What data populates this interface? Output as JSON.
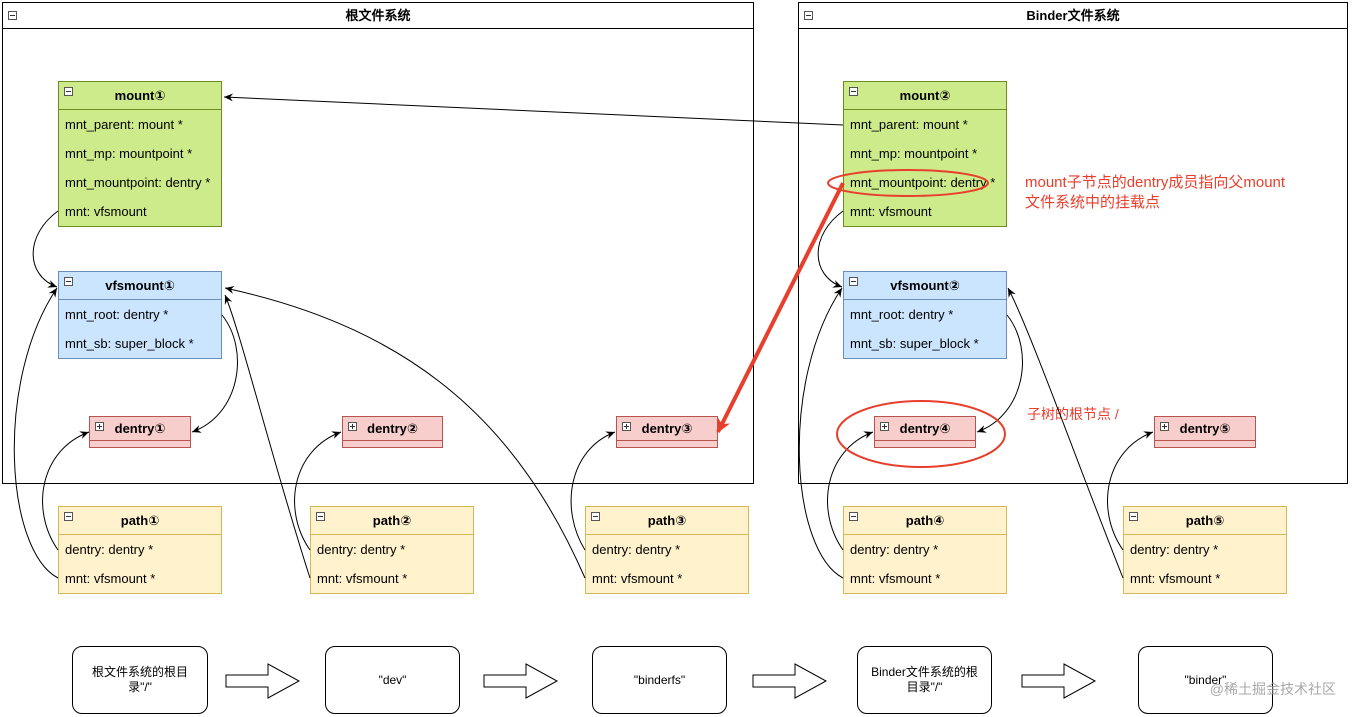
{
  "frames": {
    "root": {
      "title": "根文件系统"
    },
    "binder": {
      "title": "Binder文件系统"
    }
  },
  "mount1": {
    "title": "mount①",
    "fields": [
      "mnt_parent: mount *",
      "mnt_mp: mountpoint *",
      "mnt_mountpoint: dentry *",
      "mnt: vfsmount"
    ]
  },
  "mount2": {
    "title": "mount②",
    "fields": [
      "mnt_parent: mount *",
      "mnt_mp: mountpoint *",
      "mnt_mountpoint: dentry *",
      "mnt: vfsmount"
    ]
  },
  "vfsmount1": {
    "title": "vfsmount①",
    "fields": [
      "mnt_root: dentry *",
      "mnt_sb: super_block *"
    ]
  },
  "vfsmount2": {
    "title": "vfsmount②",
    "fields": [
      "mnt_root: dentry *",
      "mnt_sb: super_block *"
    ]
  },
  "dentries": [
    "dentry①",
    "dentry②",
    "dentry③",
    "dentry④",
    "dentry⑤"
  ],
  "paths": [
    {
      "title": "path①",
      "fields": [
        "dentry: dentry *",
        "mnt: vfsmount *"
      ]
    },
    {
      "title": "path②",
      "fields": [
        "dentry: dentry *",
        "mnt: vfsmount *"
      ]
    },
    {
      "title": "path③",
      "fields": [
        "dentry: dentry *",
        "mnt: vfsmount *"
      ]
    },
    {
      "title": "path④",
      "fields": [
        "dentry: dentry *",
        "mnt: vfsmount *"
      ]
    },
    {
      "title": "path⑤",
      "fields": [
        "dentry: dentry *",
        "mnt: vfsmount *"
      ]
    }
  ],
  "annotations": {
    "mountpoint_note_line1": "mount子节点的dentry成员指向父mount",
    "mountpoint_note_line2": "文件系统中的挂载点",
    "root_note": "子树的根节点 /"
  },
  "flow": {
    "step1": "根文件系统的根目录\"/\"",
    "step2": "\"dev\"",
    "step3": "\"binderfs\"",
    "step4": "Binder文件系统的根目录\"/\"",
    "step5": "\"binder\""
  },
  "watermark": "@稀土掘金技术社区",
  "colors": {
    "mount": "#cdeb8b",
    "vfsmount": "#cce5ff",
    "dentry": "#f8cecc",
    "path": "#fff2cc",
    "highlight": "#e83e2c"
  }
}
